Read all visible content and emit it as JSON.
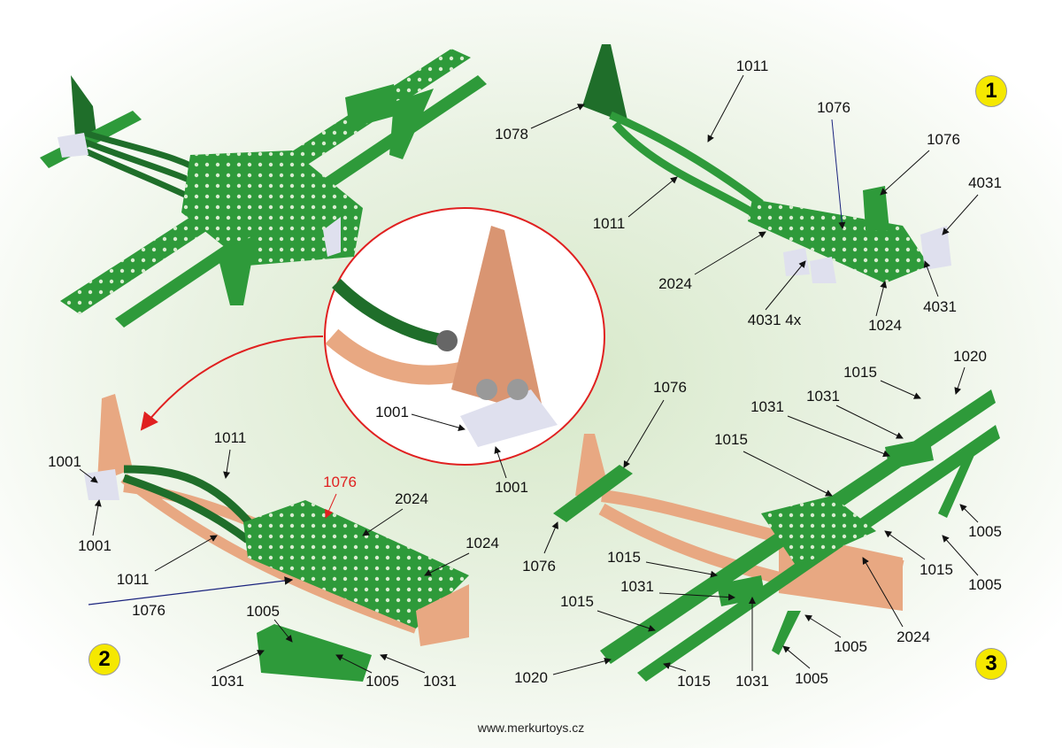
{
  "colors": {
    "green": "#2e9a3a",
    "dark_green": "#1f6e2a",
    "copper": "#e8a882",
    "plate": "#dfe0ee",
    "badge": "#f5e800",
    "highlight": "#e02020"
  },
  "step1": {
    "badge": "1",
    "labels": [
      "1011",
      "1076",
      "1076",
      "4031",
      "1078",
      "1011",
      "2024",
      "4031 4x",
      "1024",
      "4031"
    ]
  },
  "inset": {
    "labels": [
      "1001",
      "1001"
    ]
  },
  "step2": {
    "badge": "2",
    "labels": [
      "1011",
      "1001",
      "1001",
      "1076",
      "2024",
      "1024",
      "1011",
      "1076",
      "1005",
      "1031",
      "1005",
      "1031"
    ]
  },
  "step3": {
    "badge": "3",
    "labels": [
      "1076",
      "1015",
      "1020",
      "1031",
      "1031",
      "1015",
      "1076",
      "1015",
      "1031",
      "1015",
      "1005",
      "1015",
      "1005",
      "2024",
      "1005",
      "1020",
      "1015",
      "1031",
      "1005"
    ]
  },
  "footer": "www.merkurtoys.cz"
}
